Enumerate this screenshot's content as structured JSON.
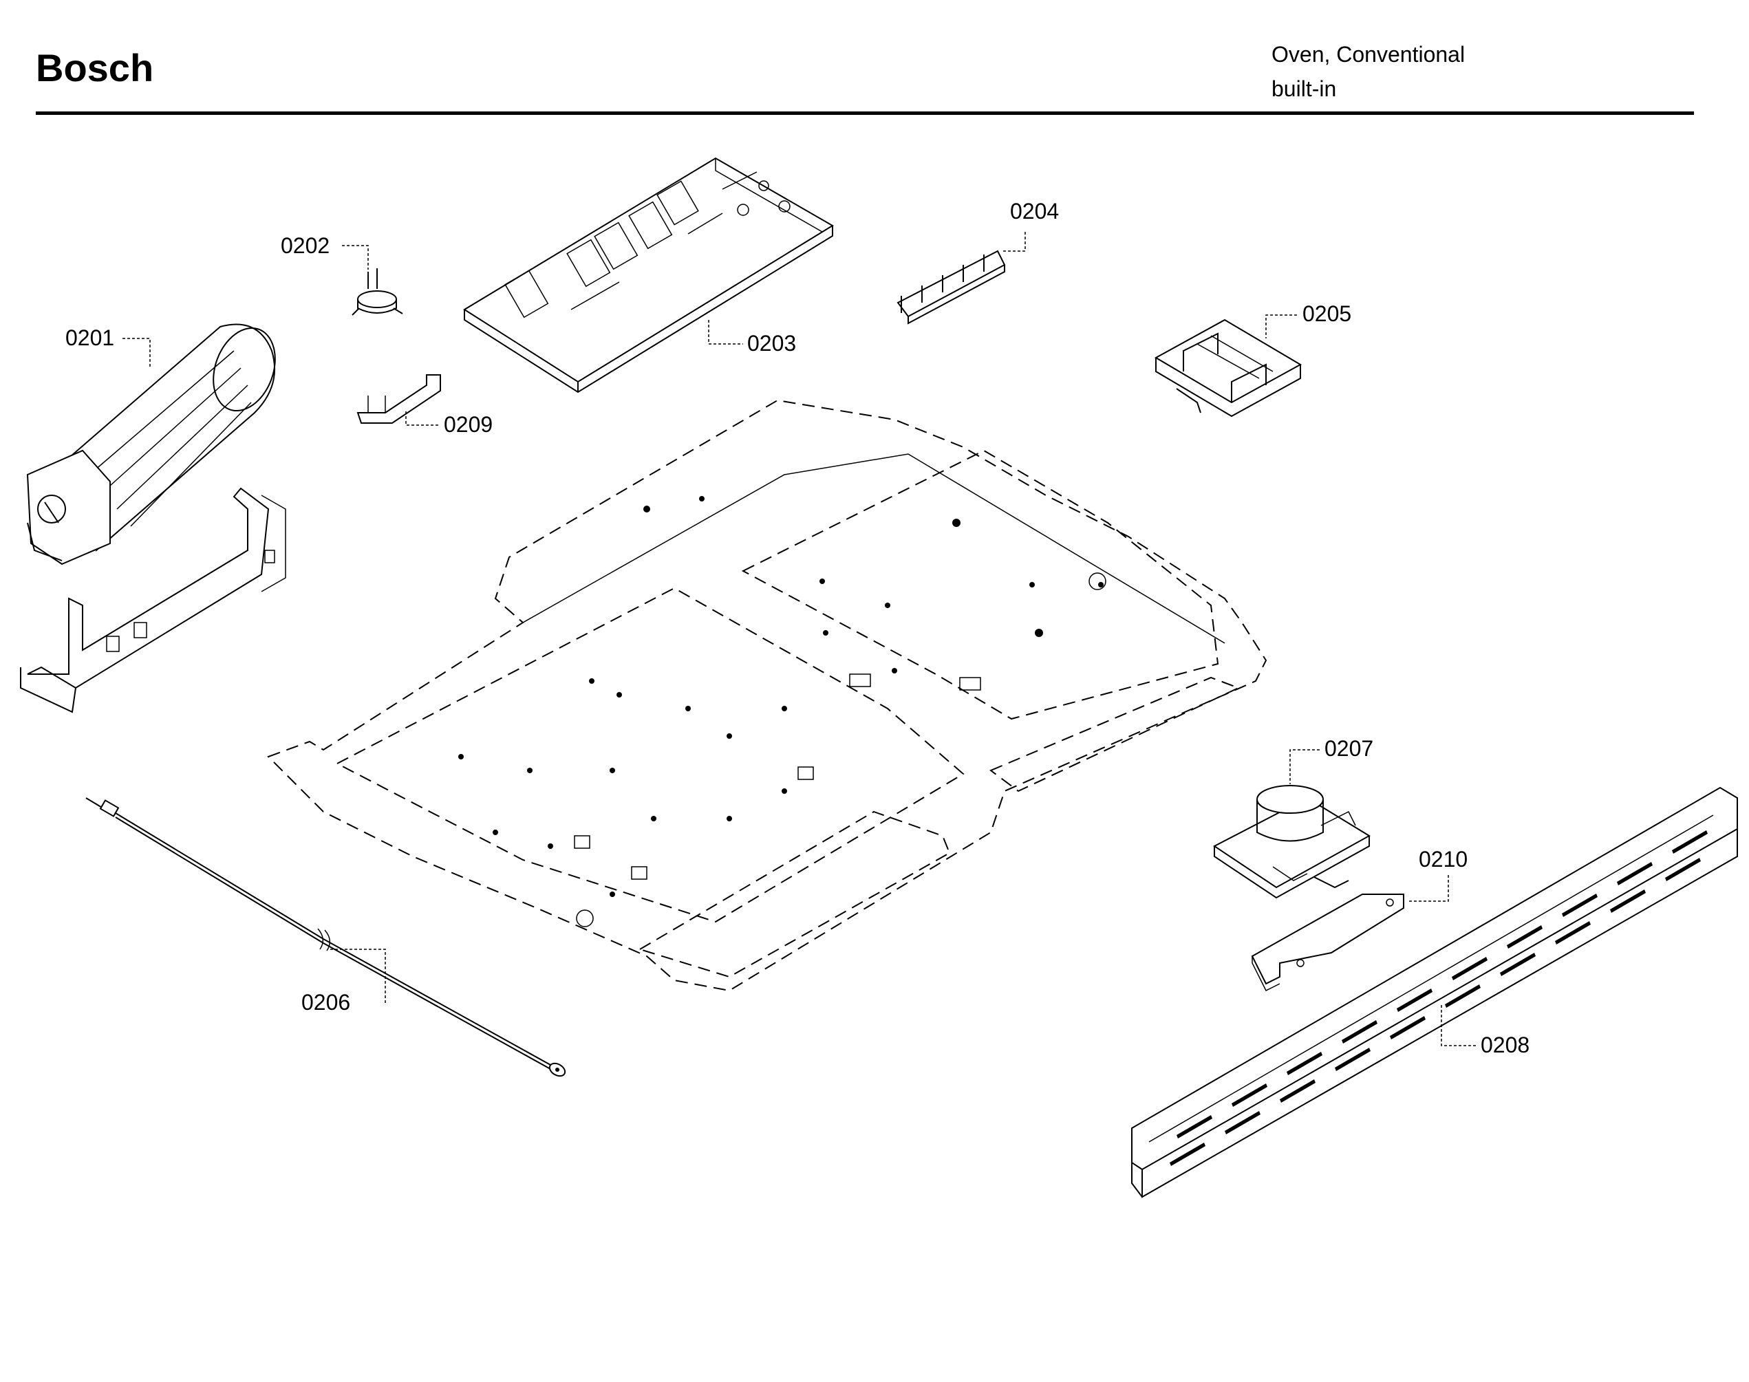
{
  "header": {
    "brand": "Bosch",
    "product_line1": "Oven, Conventional",
    "product_line2": "built-in"
  },
  "parts": [
    {
      "id": "0201"
    },
    {
      "id": "0202"
    },
    {
      "id": "0203"
    },
    {
      "id": "0204"
    },
    {
      "id": "0205"
    },
    {
      "id": "0206"
    },
    {
      "id": "0207"
    },
    {
      "id": "0208"
    },
    {
      "id": "0209"
    },
    {
      "id": "0210"
    }
  ]
}
